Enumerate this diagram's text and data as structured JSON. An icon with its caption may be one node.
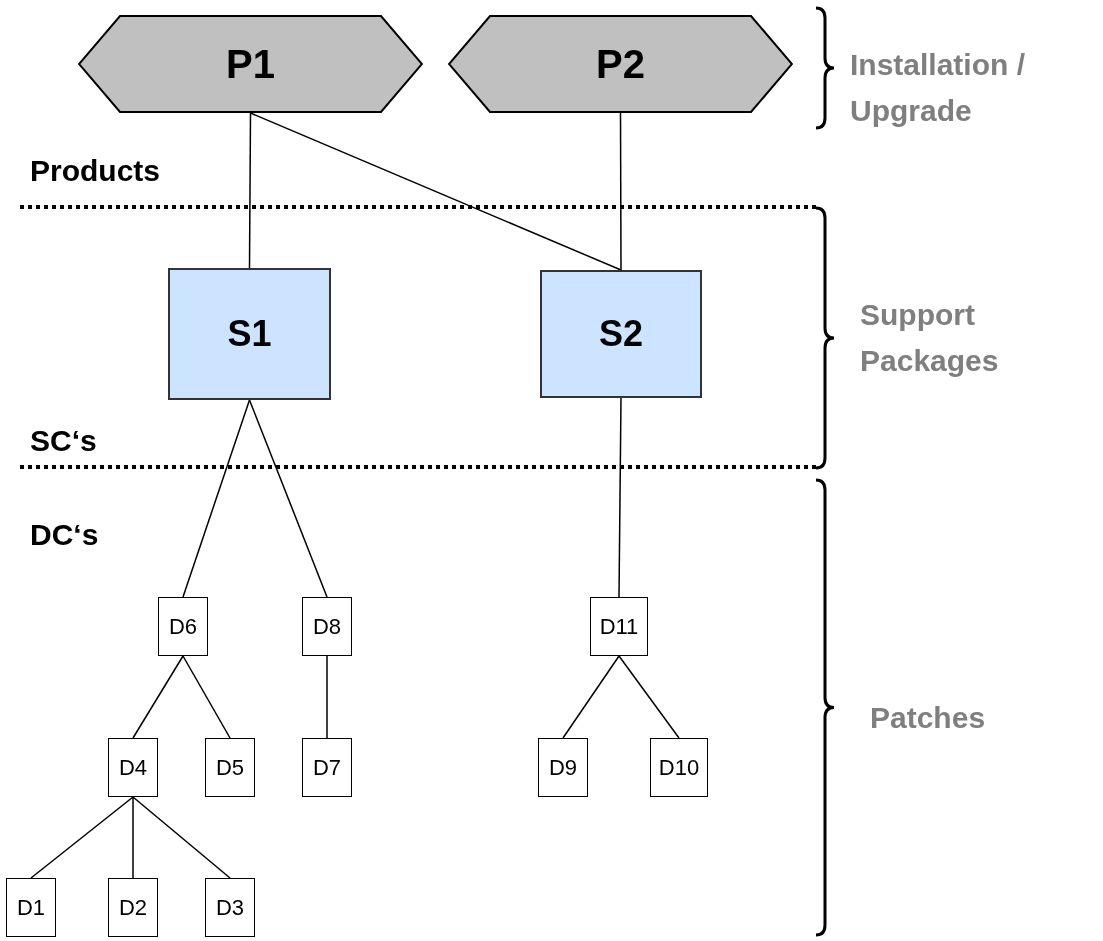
{
  "diagram": {
    "nodes": [
      {
        "text": [
          "P1"
        ]
      },
      {
        "text": [
          "P2"
        ]
      },
      {
        "text": [
          "S1"
        ]
      },
      {
        "text": [
          "S2"
        ]
      },
      {
        "text": [
          "D6"
        ]
      },
      {
        "text": [
          "D8"
        ]
      },
      {
        "text": [
          "D11"
        ]
      },
      {
        "text": [
          "D4"
        ]
      },
      {
        "text": [
          "D5"
        ]
      },
      {
        "text": [
          "D7"
        ]
      },
      {
        "text": [
          "D9"
        ]
      },
      {
        "text": [
          "D10"
        ]
      },
      {
        "text": [
          "D1"
        ]
      },
      {
        "text": [
          "D2"
        ]
      },
      {
        "text": [
          "D3"
        ]
      }
    ],
    "edges": [
      {
        "from": 0,
        "to": 2,
        "arrow": "none"
      },
      {
        "from": 0,
        "to": 3,
        "arrow": "none"
      },
      {
        "from": 1,
        "to": 3,
        "arrow": "none"
      },
      {
        "from": 2,
        "to": 4,
        "arrow": "none"
      },
      {
        "from": 2,
        "to": 5,
        "arrow": "none"
      },
      {
        "from": 3,
        "to": 6,
        "arrow": "none"
      },
      {
        "from": 4,
        "to": 7,
        "arrow": "none"
      },
      {
        "from": 4,
        "to": 8,
        "arrow": "none"
      },
      {
        "from": 5,
        "to": 9,
        "arrow": "none"
      },
      {
        "from": 6,
        "to": 10,
        "arrow": "none"
      },
      {
        "from": 6,
        "to": 11,
        "arrow": "none"
      },
      {
        "from": 7,
        "to": 12,
        "arrow": "none"
      },
      {
        "from": 7,
        "to": 13,
        "arrow": "none"
      },
      {
        "from": 7,
        "to": 14,
        "arrow": "none"
      }
    ],
    "labels": [
      "Installation / Upgrade",
      "Products",
      "Support Packages",
      "SC‘s",
      "DC‘s",
      "Patches"
    ]
  }
}
